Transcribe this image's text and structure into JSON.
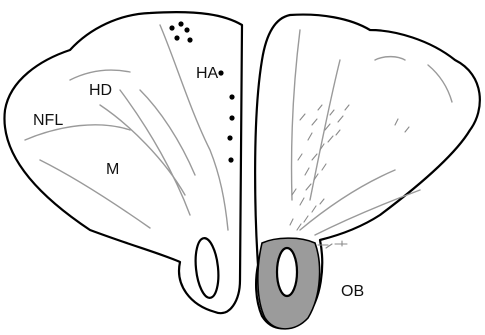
{
  "labels": {
    "hd": "HD",
    "ha": "HA",
    "nfl": "NFL",
    "m": "M",
    "ob": "OB"
  },
  "colors": {
    "outline": "#000000",
    "fold_lines": "#9a9a9a",
    "ob_shading": "#9b9b9b",
    "dots": "#000000"
  }
}
